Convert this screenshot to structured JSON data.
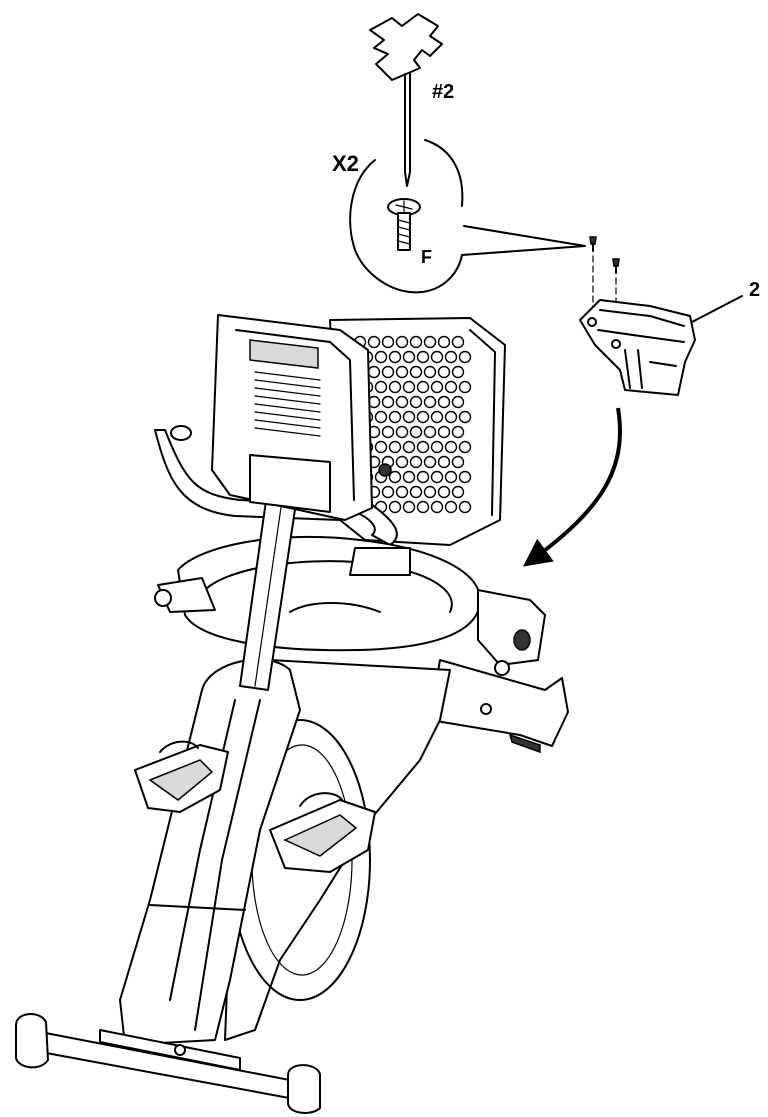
{
  "callout": {
    "tool_label": "#2",
    "quantity_label": "X2",
    "part_label": "F"
  },
  "part": {
    "number": "2"
  }
}
